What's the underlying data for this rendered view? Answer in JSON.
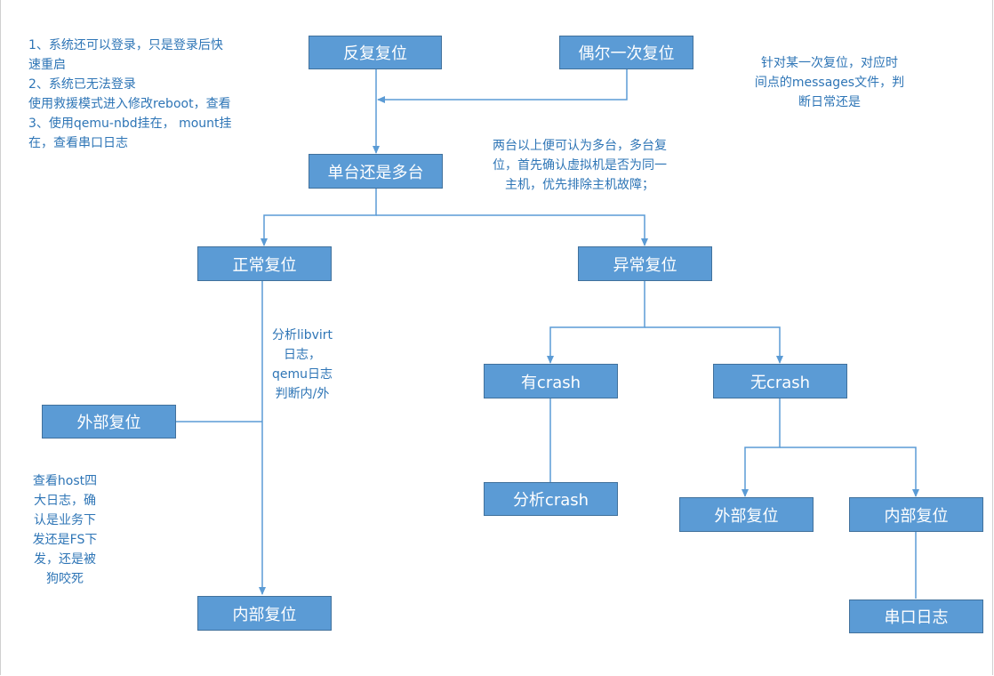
{
  "colors": {
    "node_fill": "#5b9bd5",
    "node_border": "#41719c",
    "line": "#5b9bd5",
    "note_text": "#2e75b6"
  },
  "nodes": {
    "repeat_reset": "反复复位",
    "occasional_reset": "偶尔一次复位",
    "single_or_multi": "单台还是多台",
    "normal_reset": "正常复位",
    "abnormal_reset": "异常复位",
    "external_reset_left": "外部复位",
    "internal_reset_left": "内部复位",
    "has_crash": "有crash",
    "no_crash": "无crash",
    "analyze_crash": "分析crash",
    "external_reset_right": "外部复位",
    "internal_reset_right": "内部复位",
    "serial_log": "串口日志"
  },
  "notes": {
    "top_left": [
      "1、系统还可以登录，只是登录后快",
      "速重启",
      "2、系统已无法登录",
      "使用救援模式进入修改reboot，查看",
      "3、使用qemu-nbd挂在， mount挂",
      "在，查看串口日志"
    ],
    "top_right": [
      "针对某一次复位，对应时",
      "间点的messages文件，判",
      "断日常还是"
    ],
    "multi_host": [
      "两台以上便可认为多台，多台复",
      "位，首先确认虚拟机是否为同一",
      "主机，优先排除主机故障；"
    ],
    "libvirt": [
      "分析libvirt",
      "日志，",
      "qemu日志",
      "判断内/外"
    ],
    "host_logs": [
      "查看host四",
      "大日志，确",
      "认是业务下",
      "发还是FS下",
      "发，还是被",
      "狗咬死"
    ]
  }
}
